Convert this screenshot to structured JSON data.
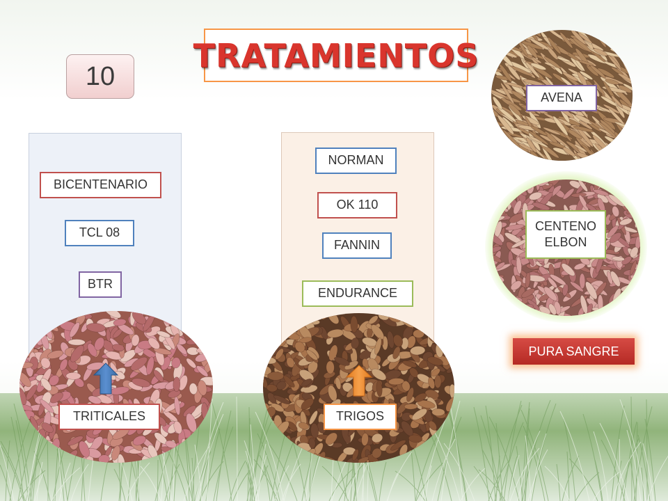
{
  "slide": {
    "title": "TRATAMIENTOS",
    "number": "10"
  },
  "panels": {
    "left": {
      "varieties": [
        "BICENTENARIO",
        "TCL 08",
        "BTR"
      ],
      "crop_label": "TRITICALES"
    },
    "middle": {
      "varieties": [
        "NORMAN",
        "OK 110",
        "FANNIN",
        "ENDURANCE"
      ],
      "crop_label": "TRIGOS"
    }
  },
  "right": {
    "avena": "AVENA",
    "centeno_line1": "CENTENO",
    "centeno_line2": "ELBON",
    "pura_sangre": "PURA SANGRE"
  },
  "colors": {
    "title_red": "#d9352d",
    "blue": "#4f81bd",
    "red": "#c0504d",
    "purple": "#8064a2",
    "green": "#9bbb59",
    "orange": "#f79646"
  },
  "icons": {
    "triticales_arrow": "up-arrow-icon",
    "trigos_arrow": "up-arrow-icon"
  }
}
